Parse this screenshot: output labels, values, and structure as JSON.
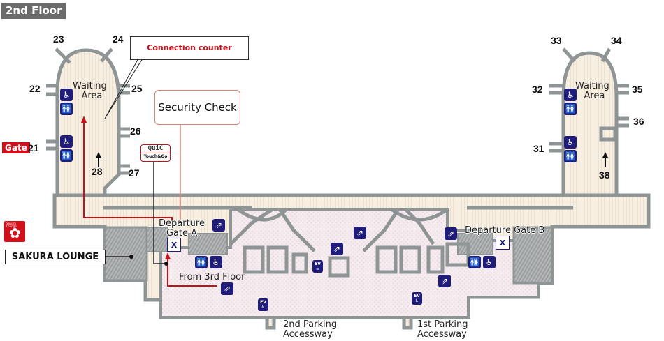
{
  "floor_label": "2nd Floor",
  "gate_tag": "Gate",
  "gates": {
    "g21": "21",
    "g22": "22",
    "g23": "23",
    "g24": "24",
    "g25": "25",
    "g26": "26",
    "g27": "27",
    "g28": "28",
    "g31": "31",
    "g32": "32",
    "g33": "33",
    "g34": "34",
    "g35": "35",
    "g36": "36",
    "g38": "38"
  },
  "callouts": {
    "connection_counter": "Connection counter",
    "security_check": "Security Check",
    "sakura_lounge": "SAKURA LOUNGE"
  },
  "areas": {
    "waiting_left_line1": "Waiting",
    "waiting_left_line2": "Area",
    "waiting_right_line1": "Waiting",
    "waiting_right_line2": "Area",
    "departure_a_line1": "Departure",
    "departure_a_line2": "Gate A",
    "departure_b": "Departure Gate B",
    "from_3rd": "From 3rd Floor",
    "parking2_line1": "2nd Parking",
    "parking2_line2": "Accessway",
    "parking1_line1": "1st Parking",
    "parking1_line2": "Accessway"
  },
  "badges": {
    "quic_line1": "QuiC",
    "quic_line2": "Touch&Go",
    "sakura_logo_text": "Sakura Lounge",
    "ev_label": "EV",
    "xray_label": "X"
  },
  "colors": {
    "accent_red": "#d0101b",
    "icon_navy": "#201d7a",
    "wall_gray": "#8f9494",
    "floor_cream": "#f6eee2",
    "floor_pink": "#f3e9ec"
  }
}
